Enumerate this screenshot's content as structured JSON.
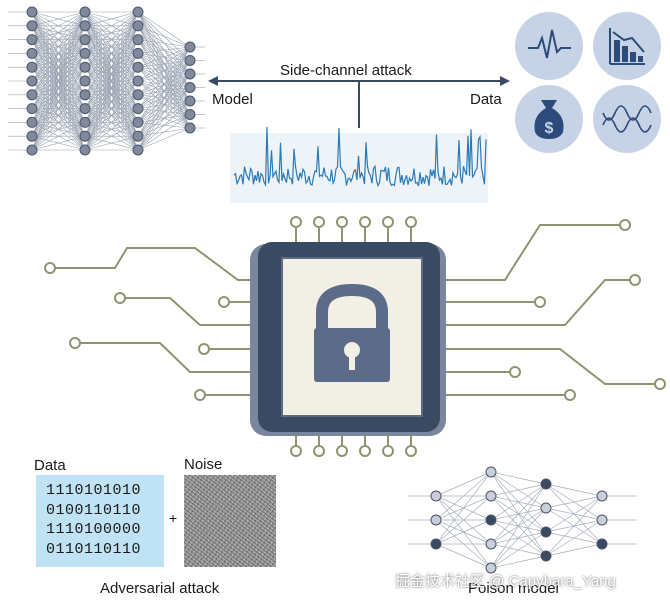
{
  "labels": {
    "side_channel": "Side-channel attack",
    "model": "Model",
    "data": "Data",
    "data_small": "Data",
    "noise": "Noise",
    "plus": "+",
    "adversarial": "Adversarial attack",
    "poison": "Poison model",
    "watermark": "掘金技术社区 @ Capybara_Yang"
  },
  "binary_rows": [
    "1110101010",
    "0100110110",
    "1110100000",
    "0110110110"
  ],
  "icons": [
    "pulse-icon",
    "bar-chart-down-icon",
    "money-bag-icon",
    "dna-icon"
  ],
  "colors": {
    "trace": "#2a7bb5",
    "node": "#808a9c",
    "chip_outer": "#3a4a63",
    "chip_inner": "#f2f0e4",
    "lock": "#5b6b88",
    "wire": "#8f9470",
    "icon_bg": "#c6d3e6",
    "icon_fg": "#2c4a7a"
  }
}
